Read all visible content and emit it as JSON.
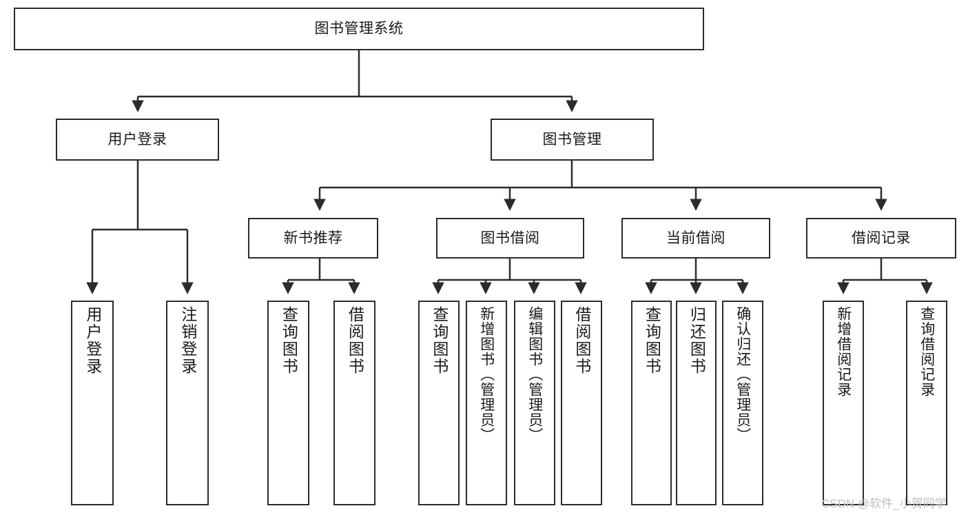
{
  "diagram": {
    "type": "tree-hierarchy-chart",
    "title": "图书管理系统",
    "root": {
      "id": "root",
      "label": "图书管理系统",
      "orientation": "horizontal"
    },
    "level2": [
      {
        "id": "user-login",
        "label": "用户登录",
        "orientation": "horizontal"
      },
      {
        "id": "book-management",
        "label": "图书管理",
        "orientation": "horizontal"
      }
    ],
    "level3": [
      {
        "id": "new-book-recommend",
        "label": "新书推荐",
        "orientation": "horizontal",
        "parent": "book-management"
      },
      {
        "id": "book-borrow",
        "label": "图书借阅",
        "orientation": "horizontal",
        "parent": "book-management"
      },
      {
        "id": "current-borrow",
        "label": "当前借阅",
        "orientation": "horizontal",
        "parent": "book-management"
      },
      {
        "id": "borrow-record",
        "label": "借阅记录",
        "orientation": "horizontal",
        "parent": "book-management"
      }
    ],
    "leaves": [
      {
        "id": "leaf-user-login",
        "label": "用户登录",
        "orientation": "vertical",
        "parent": "user-login"
      },
      {
        "id": "leaf-logout",
        "label": "注销登录",
        "orientation": "vertical",
        "parent": "user-login"
      },
      {
        "id": "leaf-query-book-1",
        "label": "查询图书",
        "orientation": "vertical",
        "parent": "new-book-recommend"
      },
      {
        "id": "leaf-borrow-book-1",
        "label": "借阅图书",
        "orientation": "vertical",
        "parent": "new-book-recommend"
      },
      {
        "id": "leaf-query-book-2",
        "label": "查询图书",
        "orientation": "vertical",
        "parent": "book-borrow"
      },
      {
        "id": "leaf-add-book",
        "label": "新增图书（管理员）",
        "orientation": "vertical",
        "parent": "book-borrow"
      },
      {
        "id": "leaf-edit-book",
        "label": "编辑图书（管理员）",
        "orientation": "vertical",
        "parent": "book-borrow"
      },
      {
        "id": "leaf-borrow-book-2",
        "label": "借阅图书",
        "orientation": "vertical",
        "parent": "book-borrow"
      },
      {
        "id": "leaf-query-book-3",
        "label": "查询图书",
        "orientation": "vertical",
        "parent": "current-borrow"
      },
      {
        "id": "leaf-return-book",
        "label": "归还图书",
        "orientation": "vertical",
        "parent": "current-borrow"
      },
      {
        "id": "leaf-confirm-return",
        "label": "确认归还（管理员）",
        "orientation": "vertical",
        "parent": "current-borrow"
      },
      {
        "id": "leaf-add-record",
        "label": "新增借阅记录",
        "orientation": "vertical",
        "parent": "borrow-record"
      },
      {
        "id": "leaf-query-record",
        "label": "查询借阅记录",
        "orientation": "vertical",
        "parent": "borrow-record"
      }
    ],
    "colors": {
      "stroke": "#2b2b2b",
      "fill": "#ffffff",
      "text": "#1a1a1a",
      "watermark": "#bfbfbf"
    }
  },
  "watermark": {
    "text": "CSDN @软件_小贺同学"
  }
}
